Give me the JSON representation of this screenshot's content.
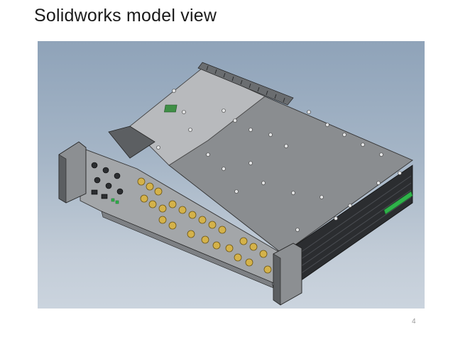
{
  "slide": {
    "title": "Solidworks model view",
    "page_number": "4"
  },
  "figure": {
    "subject": "cad-model-render",
    "background_top": "#8fa3b9",
    "background_bottom": "#cbd4de",
    "chassis_color": "#8a8d90",
    "lid_color": "#b8babd",
    "dark_panel_color": "#2b2d30",
    "connector_color": "#d4b24a",
    "led_color": "#2fb34a"
  }
}
